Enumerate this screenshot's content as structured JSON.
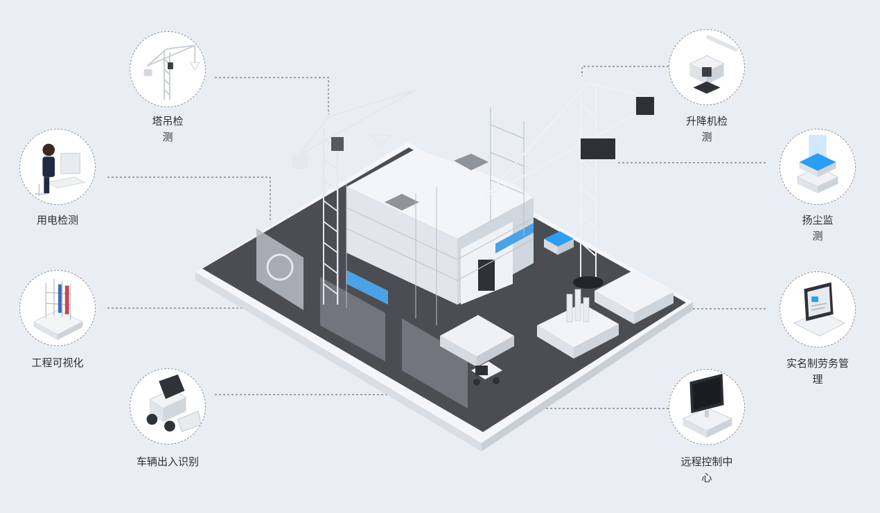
{
  "nodes": [
    {
      "id": "tower-crane",
      "label_lines": [
        "塔吊检",
        "测"
      ],
      "icon": "tower-crane-icon"
    },
    {
      "id": "electricity",
      "label_lines": [
        "用电检测"
      ],
      "icon": "office-worker-icon"
    },
    {
      "id": "visualization",
      "label_lines": [
        "工程可视化"
      ],
      "icon": "scaffold-model-icon"
    },
    {
      "id": "vehicle",
      "label_lines": [
        "车辆出入识别"
      ],
      "icon": "skid-loader-icon"
    },
    {
      "id": "elevator",
      "label_lines": [
        "升降机检",
        "测"
      ],
      "icon": "elevator-icon"
    },
    {
      "id": "dust",
      "label_lines": [
        "扬尘监",
        "测"
      ],
      "icon": "dust-sensor-icon"
    },
    {
      "id": "realname",
      "label_lines": [
        "实名制劳务管",
        "理"
      ],
      "icon": "tablet-icon"
    },
    {
      "id": "remote",
      "label_lines": [
        "远程控制中",
        "心"
      ],
      "icon": "monitor-icon"
    }
  ],
  "colors": {
    "background": "#e9eef5",
    "platform": "#4b4d52",
    "platform_edge": "#f4f6f9",
    "building": "#eef1f5",
    "accent_blue": "#2a9df4",
    "connector": "#6f737a"
  }
}
